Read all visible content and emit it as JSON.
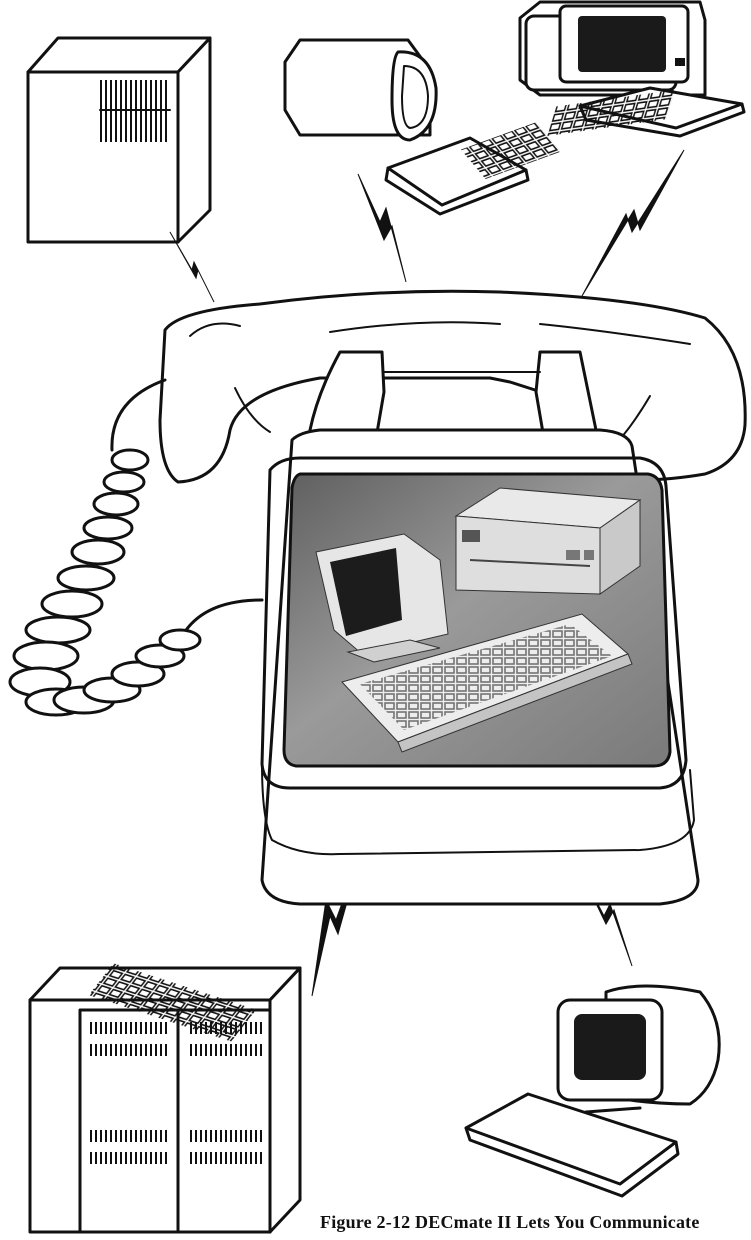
{
  "caption": "Figure 2-12  DECmate II Lets You Communicate",
  "colors": {
    "ink": "#111111",
    "paper": "#ffffff",
    "photo_bg": "#8a8a8a"
  },
  "devices": [
    "tower-computer",
    "video-terminal-top-center",
    "video-terminal-top-right",
    "cabinet-computer",
    "video-terminal-bottom-right"
  ]
}
